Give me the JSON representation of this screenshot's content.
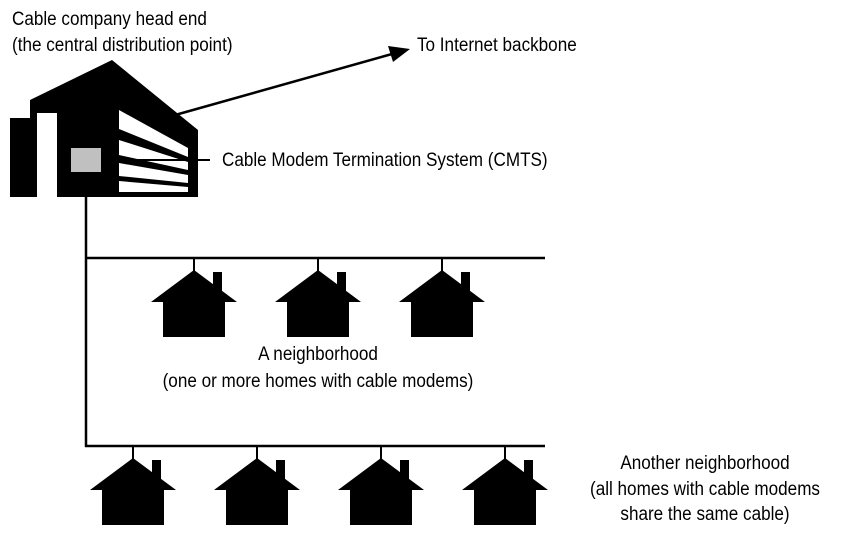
{
  "head_end": {
    "line1": "Cable company head end",
    "line2": "(the central distribution point)"
  },
  "internet": {
    "label": "To Internet backbone"
  },
  "cmts": {
    "label": "Cable Modem Termination System (CMTS)"
  },
  "neighborhood1": {
    "line1": "A neighborhood",
    "line2": "(one or more homes with cable modems)"
  },
  "neighborhood2": {
    "line1": "Another neighborhood",
    "line2": "(all homes with cable modems",
    "line3": "share the same cable)"
  },
  "colors": {
    "ink": "#000000",
    "cmts_box": "#c0c0c0",
    "background": "#ffffff"
  }
}
